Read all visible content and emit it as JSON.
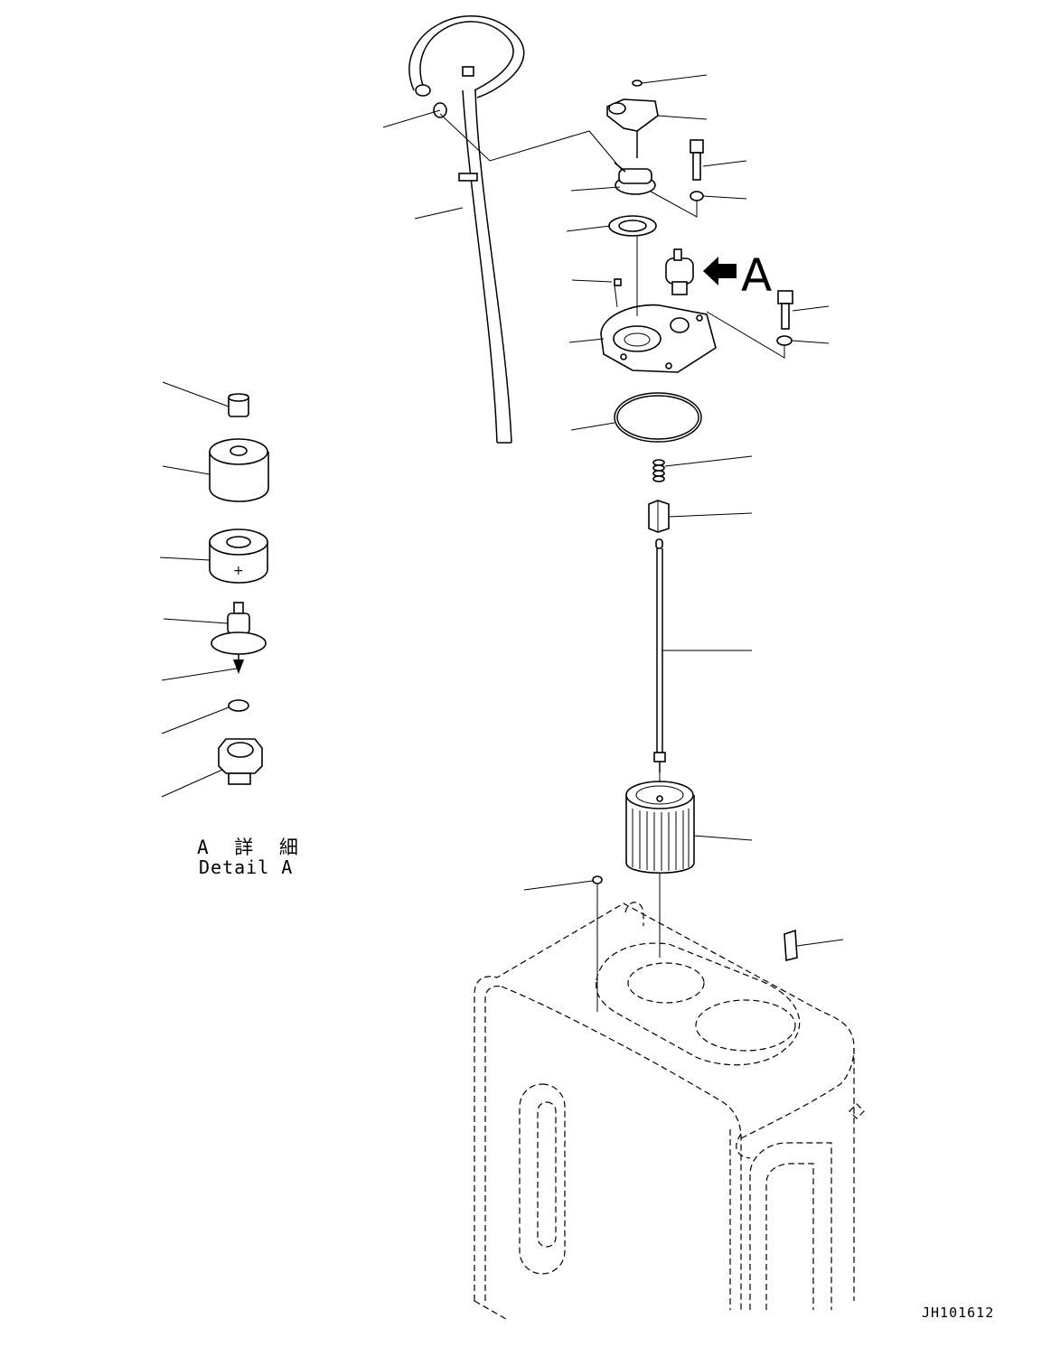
{
  "detail": {
    "label_jp": "A 詳 細",
    "label_en": "Detail A"
  },
  "view_arrow_letter": "A",
  "drawing_number": "JH101612"
}
